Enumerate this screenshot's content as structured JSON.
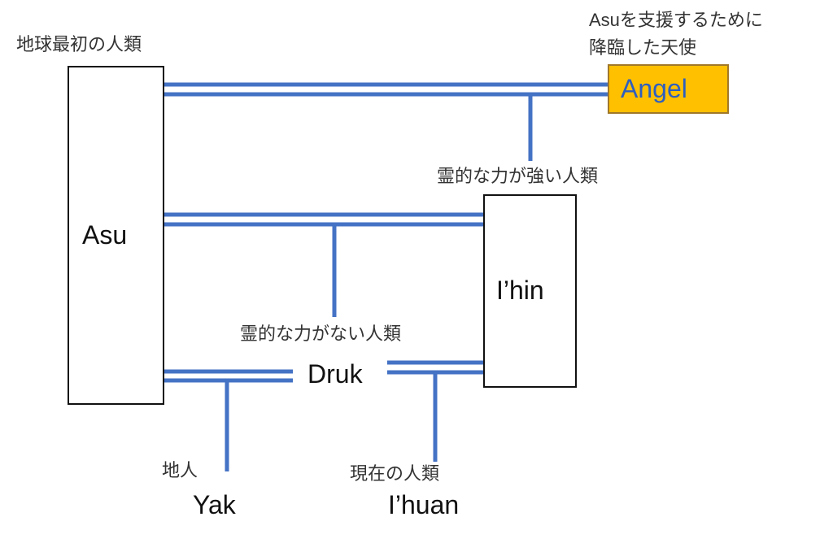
{
  "colors": {
    "line": "#4472C4",
    "angel_fill": "#FFC000",
    "angel_text": "#2E5FBF"
  },
  "nodes": {
    "asu": {
      "name": "Asu",
      "caption": "地球最初の人類"
    },
    "angel": {
      "name": "Angel",
      "caption_line1": "Asuを支援するために",
      "caption_line2": "降臨した天使"
    },
    "ihin": {
      "name": "I’hin",
      "caption": "霊的な力が強い人類"
    },
    "druk": {
      "name": "Druk",
      "caption": "霊的な力がない人類"
    },
    "yak": {
      "name": "Yak",
      "caption": "地人"
    },
    "ihuan": {
      "name": "I’huan",
      "caption": "現在の人類"
    }
  }
}
